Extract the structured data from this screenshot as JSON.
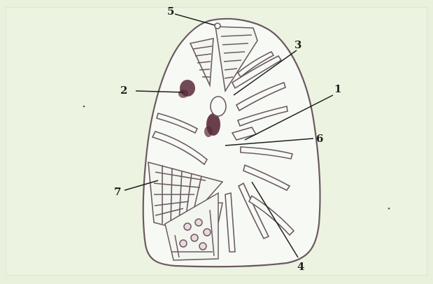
{
  "diagram": {
    "labels": [
      {
        "id": "1",
        "text": "1"
      },
      {
        "id": "2",
        "text": "2"
      },
      {
        "id": "3",
        "text": "3"
      },
      {
        "id": "4",
        "text": "4"
      },
      {
        "id": "5",
        "text": "5"
      },
      {
        "id": "6",
        "text": "6"
      },
      {
        "id": "7",
        "text": "7"
      }
    ]
  },
  "colors": {
    "background": "#e9f0dc",
    "outline": "#6a5a62",
    "organ_fill": "#f7f9f4",
    "stain": "#5a2a3a",
    "label": "#1f1f1f"
  }
}
